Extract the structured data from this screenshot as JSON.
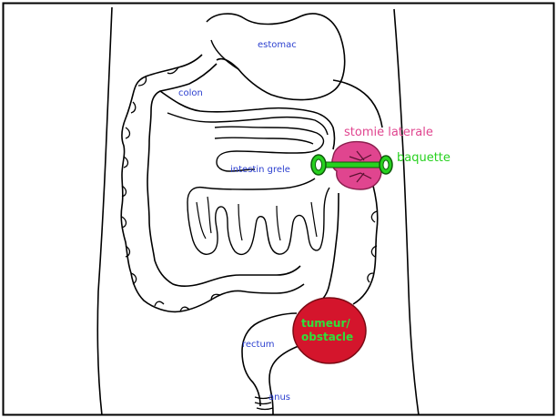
{
  "labels": {
    "estomac": "estomac",
    "colon": "colon",
    "intestin_grele": "intestin grele",
    "rectum": "rectum",
    "anus": "anus",
    "stomie_laterale": "stomie laterale",
    "baquette": "baquette",
    "tumeur_line1": "tumeur/",
    "tumeur_line2": "obstacle"
  },
  "colors": {
    "outline": "#000000",
    "label_blue": "#2b3fcf",
    "stoma_pink": "#e0458f",
    "baguette_green": "#27d11f",
    "tumor_red": "#d4152c",
    "tumor_text": "#2fe13a"
  }
}
